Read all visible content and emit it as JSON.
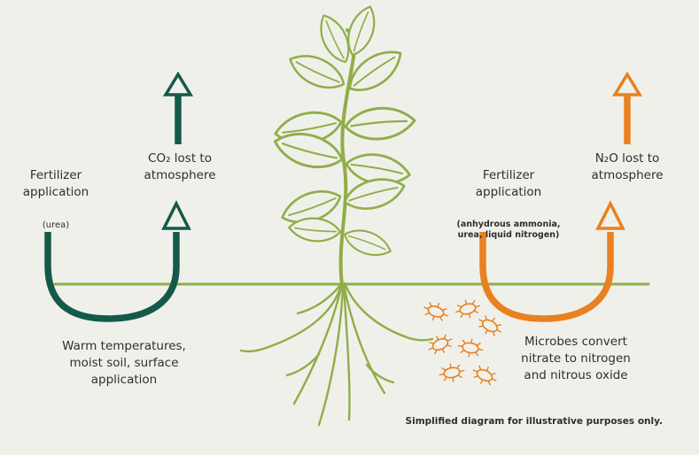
{
  "colors": {
    "teal": "#15594A",
    "orange": "#E8811F",
    "plant": "#8FAE48",
    "text": "#2F2E2C",
    "bg": "#F0F0EB"
  },
  "left": {
    "fertilizer": "Fertilizer\napplication",
    "fertilizer_note": "(urea)",
    "loss": "CO₂ lost to\natmosphere",
    "mechanism": "Warm temperatures,\nmoist soil, surface\napplication"
  },
  "right": {
    "fertilizer": "Fertilizer\napplication",
    "fertilizer_note": "(anhydrous ammonia,\nurea, liquid nitrogen)",
    "loss": "N₂O lost to\natmosphere",
    "mechanism": "Microbes convert\nnitrate to nitrogen\nand nitrous oxide"
  },
  "footnote": "Simplified diagram for illustrative purposes only.",
  "icons": {
    "plant": "plant-illustration",
    "microbes": "microbes-icon",
    "left_up_arrow": "co2-up-arrow",
    "right_up_arrow": "n2o-up-arrow",
    "left_u_arrow": "left-soil-u-arrow",
    "right_u_arrow": "right-soil-u-arrow",
    "soil_line": "soil-line"
  }
}
